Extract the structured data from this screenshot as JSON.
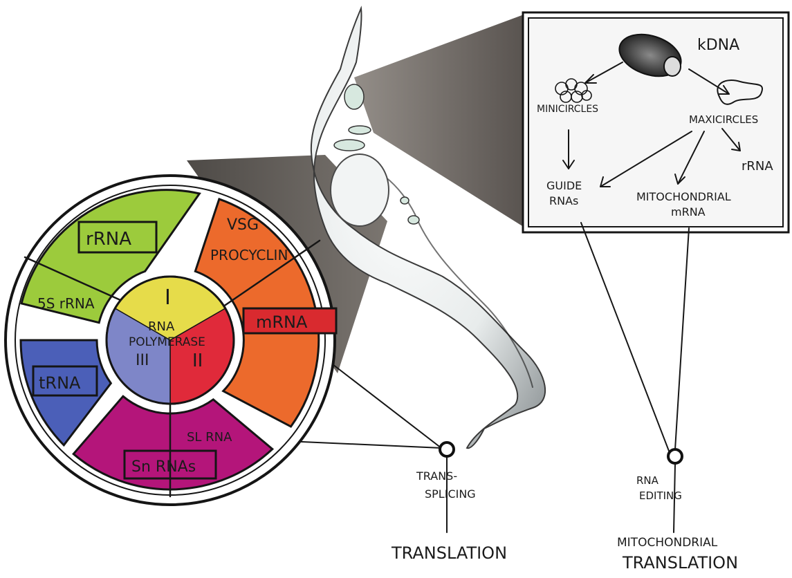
{
  "wheel": {
    "center": {
      "rna": "RNA",
      "polymerase": "POLYMERASE",
      "pol1": "I",
      "pol2": "II",
      "pol3": "III"
    },
    "segments": {
      "rrna": "rRNA",
      "five_s": "5S rRNA",
      "trna": "tRNA",
      "snrnas": "Sn RNAs",
      "sl_rna": "SL RNA",
      "vsg": "VSG",
      "procyclin": "PROCYCLIN",
      "mrna": "mRNA"
    },
    "colors": {
      "pol1": "#e6dc4a",
      "pol2": "#e02a3a",
      "pol3": "#7e86c8",
      "rrna": "#9ccb3c",
      "orange": "#ec6a2c",
      "trna": "#4b5fb8",
      "magenta": "#b4157a",
      "mrna_box": "#d92a2f"
    }
  },
  "kinetoplast_panel": {
    "kdna": "kDNA",
    "minicircles": "MINICIRCLES",
    "maxicircles": "MAXICIRCLES",
    "guide_line1": "GUIDE",
    "guide_line2": "RNAs",
    "rrna": "rRNA",
    "mito_line1": "MITOCHONDRIAL",
    "mito_line2": "mRNA"
  },
  "processes": {
    "trans_line1": "TRANS-",
    "trans_line2": "SPLICING",
    "translation": "TRANSLATION",
    "editing_line1": "RNA",
    "editing_line2": "EDITING",
    "mito_translation_line1": "MITOCHONDRIAL",
    "mito_translation_line2": "TRANSLATION"
  }
}
